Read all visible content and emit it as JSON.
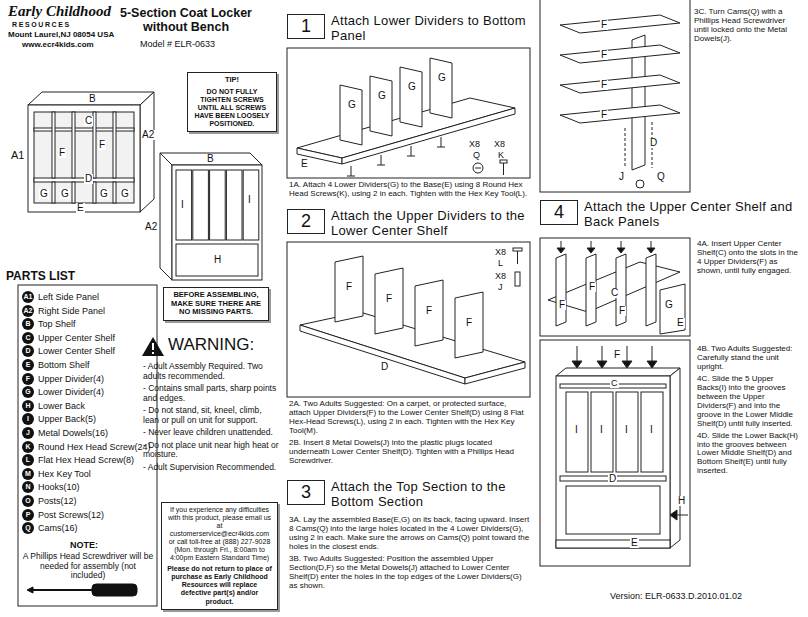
{
  "diagram": {
    "title": "5-Section Coat Locker without Bench",
    "nodes": [
      {
        "text": [
          "TIP!",
          "DO NOT FULLY TIGHTEN SCREWS UNTIL ALL SCREWS HAVE BEEN LOOSELY POSITIONED."
        ]
      },
      {
        "text": [
          "A1",
          "Left Side Panel"
        ]
      },
      {
        "text": [
          "A2",
          "Right Side Panel"
        ]
      },
      {
        "text": [
          "B",
          "Top Shelf"
        ]
      },
      {
        "text": [
          "C",
          "Upper Center Shelf"
        ]
      },
      {
        "text": [
          "D",
          "Lower Center Shelf"
        ]
      },
      {
        "text": [
          "E",
          "Bottom Shelf"
        ]
      },
      {
        "text": [
          "F",
          "Upper Divider(4)"
        ]
      },
      {
        "text": [
          "G",
          "Lower Divider(4)"
        ]
      },
      {
        "text": [
          "H",
          "Lower Back"
        ]
      },
      {
        "text": [
          "I",
          "Upper Back(5)"
        ]
      },
      {
        "text": [
          "J",
          "Metal Dowels(16)"
        ]
      },
      {
        "text": [
          "K",
          "Round Hex Head Screw(24)"
        ]
      },
      {
        "text": [
          "L",
          "Flat Hex Head Screw(8)"
        ]
      },
      {
        "text": [
          "M",
          "Hex Key Tool"
        ]
      },
      {
        "text": [
          "N",
          "Hooks(10)"
        ]
      },
      {
        "text": [
          "O",
          "Posts(12)"
        ]
      },
      {
        "text": [
          "P",
          "Post Screws(12)"
        ]
      },
      {
        "text": [
          "Q",
          "Cams(16)"
        ]
      },
      {
        "text": [
          "BEFORE ASSEMBLING, MAKE SURE THERE ARE NO MISSING PARTS."
        ]
      },
      {
        "text": [
          "If you experience any difficulties with this product, please email us at customerservice@ecr4kids.com or call toll-free at (888) 227-9028 (Mon. through Fri., 8:00am to 4:00pm Eastern Standard Time)",
          "Please do not return to place of purchase as Early Childhood Resources will replace defective part(s) and/or product."
        ]
      },
      {
        "text": [
          "1",
          "Attach Lower Dividers to Bottom Panel"
        ]
      },
      {
        "text": [
          "2",
          "Attach the Upper Dividers to the Lower Center Shelf"
        ]
      },
      {
        "text": [
          "3",
          "Attach the Top Section to the Bottom Section"
        ]
      },
      {
        "text": [
          "4",
          "Attach the Upper Center Shelf and Back Panels"
        ]
      }
    ],
    "labels": [
      "Early Childhood",
      "RESOURCES",
      "Mount Laurel,NJ 08054 USA",
      "www.ecr4kids.com",
      "Model # ELR-0633",
      "B",
      "C",
      "D",
      "A2",
      "A1",
      "F",
      "F",
      "G",
      "G",
      "E",
      "G",
      "G",
      "B",
      "I",
      "I",
      "A2",
      "H",
      "PARTS LIST",
      "WARNING:",
      "- Adult Assembly Required. Two adults recommended.",
      "- Contains small parts, sharp points and edges.",
      "- Do not stand, sit, kneel, climb, lean or pull on unit for support.",
      "- Never leave children unattended.",
      "- Do not place unit near high heat or moisture.",
      "- Adult Supervision Recommended.",
      "G",
      "G",
      "G",
      "G",
      "E",
      "X8",
      "Q",
      "X8",
      "K",
      "1A. Attach 4 Lower Dividers(G) to the Base(E) using 8 Round Hex Head Screws(K), using 2 in each. Tighten with the Hex Key Tool(L).",
      "F",
      "F",
      "F",
      "F",
      "D",
      "X8",
      "L",
      "X8",
      "J",
      "2A. Two Adults Suggested: On a carpet, or protected surface, attach Upper Dividers(F) to the Lower Center Shelf(D) using 8 Flat Hex-Head Screws(L), using 2 in each. Tighten with the Hex Key Tool(M).",
      "2B. Insert 8 Metal Dowels(J) into the plastic plugs located underneath Lower Center Shelf(D). Tighten with a Phillips Head Screwdriver.",
      "3A. Lay the assembled Base(E,G) on its back, facing upward. Insert 8 Cams(Q) into the large holes located in the 4 Lower Dividers(G), using 2 in each. Make sure the arrows on Cams(Q) point toward the holes in the closest ends.",
      "3B. Two Adults Suggested: Position the assembled Upper Section(D,F) so the Metal Dowels(J) attached to Lower Center Shelf(D) enter the holes in the top edges of the Lower Dividers(G) as shown.",
      "F",
      "F",
      "F",
      "F",
      "D",
      "J",
      "Q",
      "3C. Turn Cams(Q) with a Phillips Head Screwdriver until locked onto the Metal Dowels(J).",
      "4A. Insert Upper Center Shelf(C) onto the slots in the 4 Upper Dividers(F) as shown, until fully engaged.",
      "F",
      "F",
      "C",
      "F",
      "G",
      "E",
      "F",
      "I",
      "I",
      "I",
      "I",
      "C",
      "D",
      "E",
      "H",
      "4B. Two Adults Suggested: Carefully stand the unit upright.",
      "4C. Slide the 5 Upper Backs(I) into the grooves between the Upper Dividers(F) and into the groove in the Lower Middle Shelf(D) until fully inserted.",
      "4D. Slide the Lower Back(H) into the grooves between Lower Middle Shelf(D) and Bottom Shelf(E) until fully inserted.",
      "Version: ELR-0633.D.2010.01.02",
      "NOTE:",
      "A Phillips Head Screwdriver will be needed for assembly (not included)"
    ]
  }
}
